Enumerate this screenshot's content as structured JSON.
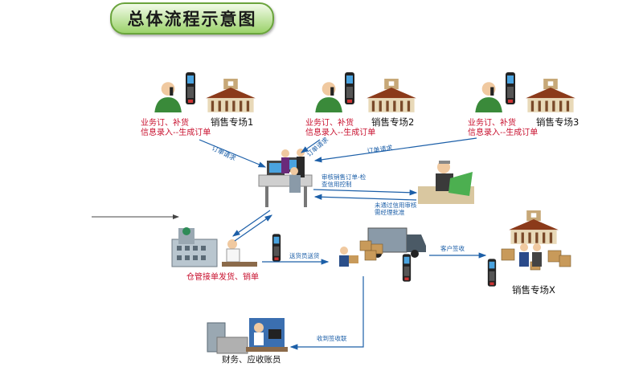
{
  "title": "总体流程示意图",
  "branches": [
    {
      "name": "销售专场1",
      "note_line1": "业务订、补货",
      "note_line2": "信息录入--生成订单"
    },
    {
      "name": "销售专场2",
      "note_line1": "业务订、补货",
      "note_line2": "信息录入--生成订单"
    },
    {
      "name": "销售专场3",
      "note_line1": "业务订、补货",
      "note_line2": "信息录入--生成订单"
    }
  ],
  "edges": {
    "order_request": "订单请求",
    "review": "审核销售订单-检查信用控制",
    "review_line1": "审核销售订单-检",
    "review_line2": "查信用控制",
    "reject_line1": "未通过信用审核",
    "reject_line2": "需经理批准",
    "dispatch": "送货员送货",
    "customer_sign": "客户签收",
    "receipt": "收到签收联"
  },
  "warehouse_label": "仓管接单发货、销单",
  "branch_x_label": "销售专场X",
  "finance_label": "财务、应收账员",
  "colors": {
    "arrow": "#1c5fa8",
    "note_red": "#c8102e",
    "pill_green": "#9bd26a"
  }
}
